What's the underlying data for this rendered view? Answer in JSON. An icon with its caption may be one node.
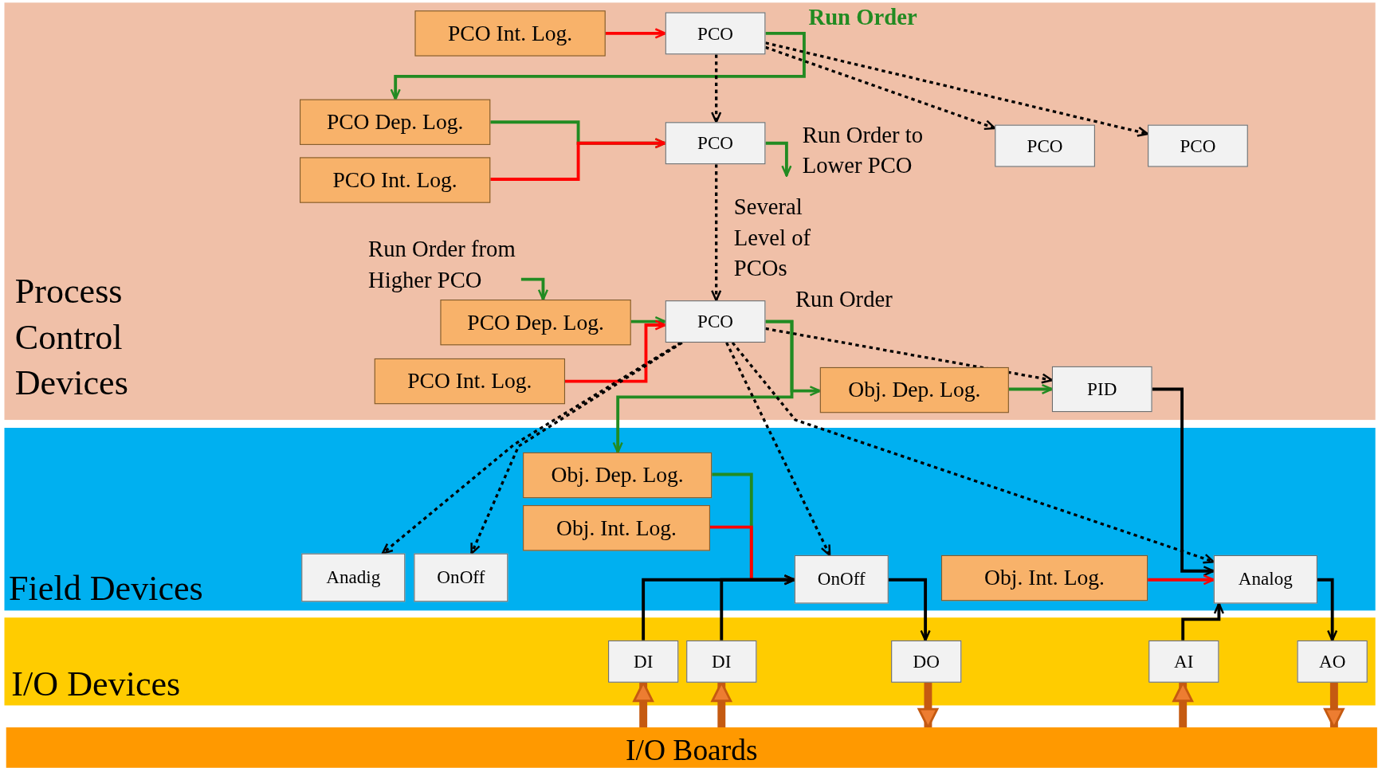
{
  "diagram": {
    "nodes": [
      {
        "text": [
          "Process Control Devices"
        ]
      },
      {
        "text": [
          "Field Devices"
        ]
      },
      {
        "text": [
          "I/O Devices"
        ]
      },
      {
        "text": [
          "I/O Boards"
        ]
      },
      {
        "text": [
          "PCO Int. Log."
        ],
        "in": 0
      },
      {
        "text": [
          "PCO"
        ],
        "in": 0
      },
      {
        "text": [
          "PCO Dep. Log."
        ],
        "in": 0
      },
      {
        "text": [
          "PCO Int. Log."
        ],
        "in": 0
      },
      {
        "text": [
          "PCO"
        ],
        "in": 0
      },
      {
        "text": [
          "PCO"
        ],
        "in": 0
      },
      {
        "text": [
          "PCO"
        ],
        "in": 0
      },
      {
        "text": [
          "PCO Dep. Log."
        ],
        "in": 0
      },
      {
        "text": [
          "PCO Int. Log."
        ],
        "in": 0
      },
      {
        "text": [
          "PCO"
        ],
        "in": 0
      },
      {
        "text": [
          "Obj. Dep. Log."
        ],
        "in": 0
      },
      {
        "text": [
          "PID"
        ],
        "in": 0
      },
      {
        "text": [
          "Obj. Dep. Log."
        ],
        "in": 1
      },
      {
        "text": [
          "Obj. Int. Log."
        ],
        "in": 1
      },
      {
        "text": [
          "Anadig"
        ],
        "in": 1
      },
      {
        "text": [
          "OnOff"
        ],
        "in": 1
      },
      {
        "text": [
          "OnOff"
        ],
        "in": 1
      },
      {
        "text": [
          "Obj. Int. Log."
        ],
        "in": 1
      },
      {
        "text": [
          "Analog"
        ],
        "in": 1
      },
      {
        "text": [
          "DI"
        ],
        "in": 2
      },
      {
        "text": [
          "DI"
        ],
        "in": 2
      },
      {
        "text": [
          "DO"
        ],
        "in": 2
      },
      {
        "text": [
          "AI"
        ],
        "in": 2
      },
      {
        "text": [
          "AO"
        ],
        "in": 2
      }
    ],
    "edges": [
      {
        "from": 4,
        "to": 5,
        "arrow": "to",
        "color": "#ff0000"
      },
      {
        "from": 5,
        "to": 6,
        "arrow": "to",
        "label": "Run Order",
        "color": "#228b22"
      },
      {
        "from": 5,
        "to": 8,
        "arrow": "to",
        "style": "dashed"
      },
      {
        "from": 5,
        "to": 9,
        "arrow": "to",
        "style": "dashed"
      },
      {
        "from": 5,
        "to": 10,
        "arrow": "to",
        "style": "dashed"
      },
      {
        "from": 6,
        "to": 8,
        "arrow": "to",
        "color": "#228b22"
      },
      {
        "from": 7,
        "to": 8,
        "arrow": "to",
        "color": "#ff0000"
      },
      {
        "from": 8,
        "to": null,
        "arrow": "to",
        "label": "Run Order to Lower PCO",
        "color": "#228b22"
      },
      {
        "from": 8,
        "to": 13,
        "arrow": "to",
        "label": "Several Level of PCOs",
        "style": "dashed"
      },
      {
        "from": null,
        "to": 11,
        "arrow": "to",
        "label": "Run Order from Higher PCO",
        "color": "#228b22"
      },
      {
        "from": 11,
        "to": 13,
        "arrow": "to",
        "color": "#228b22"
      },
      {
        "from": 12,
        "to": 13,
        "arrow": "to",
        "color": "#ff0000"
      },
      {
        "from": 13,
        "to": 14,
        "arrow": "to",
        "label": "Run Order",
        "color": "#228b22"
      },
      {
        "from": 13,
        "to": 16,
        "arrow": "to",
        "color": "#228b22"
      },
      {
        "from": 13,
        "to": 15,
        "arrow": "to",
        "style": "dashed"
      },
      {
        "from": 13,
        "to": 18,
        "arrow": "to",
        "style": "dashed"
      },
      {
        "from": 13,
        "to": 19,
        "arrow": "to",
        "style": "dashed"
      },
      {
        "from": 13,
        "to": 20,
        "arrow": "to",
        "style": "dashed"
      },
      {
        "from": 13,
        "to": 22,
        "arrow": "to",
        "style": "dashed"
      },
      {
        "from": 14,
        "to": 15,
        "arrow": "to",
        "color": "#228b22"
      },
      {
        "from": 15,
        "to": 22,
        "arrow": "to"
      },
      {
        "from": 21,
        "to": 22,
        "arrow": "to",
        "color": "#ff0000"
      },
      {
        "from": 16,
        "to": 20,
        "arrow": "to",
        "color": "#228b22"
      },
      {
        "from": 17,
        "to": 20,
        "arrow": "to",
        "color": "#ff0000"
      },
      {
        "from": 23,
        "to": 20,
        "arrow": "to"
      },
      {
        "from": 24,
        "to": 20,
        "arrow": "to"
      },
      {
        "from": 20,
        "to": 25,
        "arrow": "to"
      },
      {
        "from": 26,
        "to": 22,
        "arrow": "to"
      },
      {
        "from": 22,
        "to": 27,
        "arrow": "to"
      },
      {
        "from": 3,
        "to": 23,
        "arrow": "to",
        "style": "thick",
        "color": "#c55a11"
      },
      {
        "from": 3,
        "to": 24,
        "arrow": "to",
        "style": "thick",
        "color": "#c55a11"
      },
      {
        "from": 25,
        "to": 3,
        "arrow": "to",
        "style": "thick",
        "color": "#c55a11"
      },
      {
        "from": 3,
        "to": 26,
        "arrow": "to",
        "style": "thick",
        "color": "#c55a11"
      },
      {
        "from": 27,
        "to": 3,
        "arrow": "to",
        "style": "thick",
        "color": "#c55a11"
      }
    ]
  }
}
